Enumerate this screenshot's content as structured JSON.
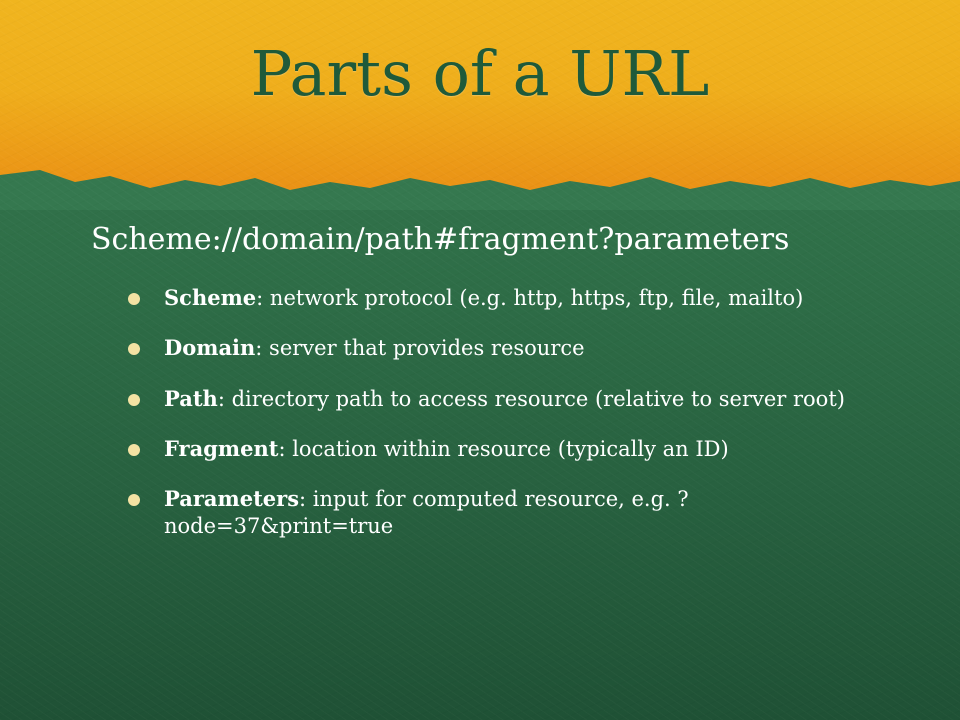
{
  "slide": {
    "title": "Parts of a URL",
    "subtitle": "Scheme://domain/path#fragment?parameters",
    "items": [
      {
        "term": "Scheme",
        "description": ": network protocol (e.g. http, https, ftp, file, mailto)"
      },
      {
        "term": "Domain",
        "description": ": server that provides resource"
      },
      {
        "term": "Path",
        "description": ": directory path to access resource (relative to server root)"
      },
      {
        "term": "Fragment",
        "description": ": location within resource (typically an ID)"
      },
      {
        "term": "Parameters",
        "description": ": input for computed resource, e.g. ?node=37&print=true"
      }
    ]
  }
}
